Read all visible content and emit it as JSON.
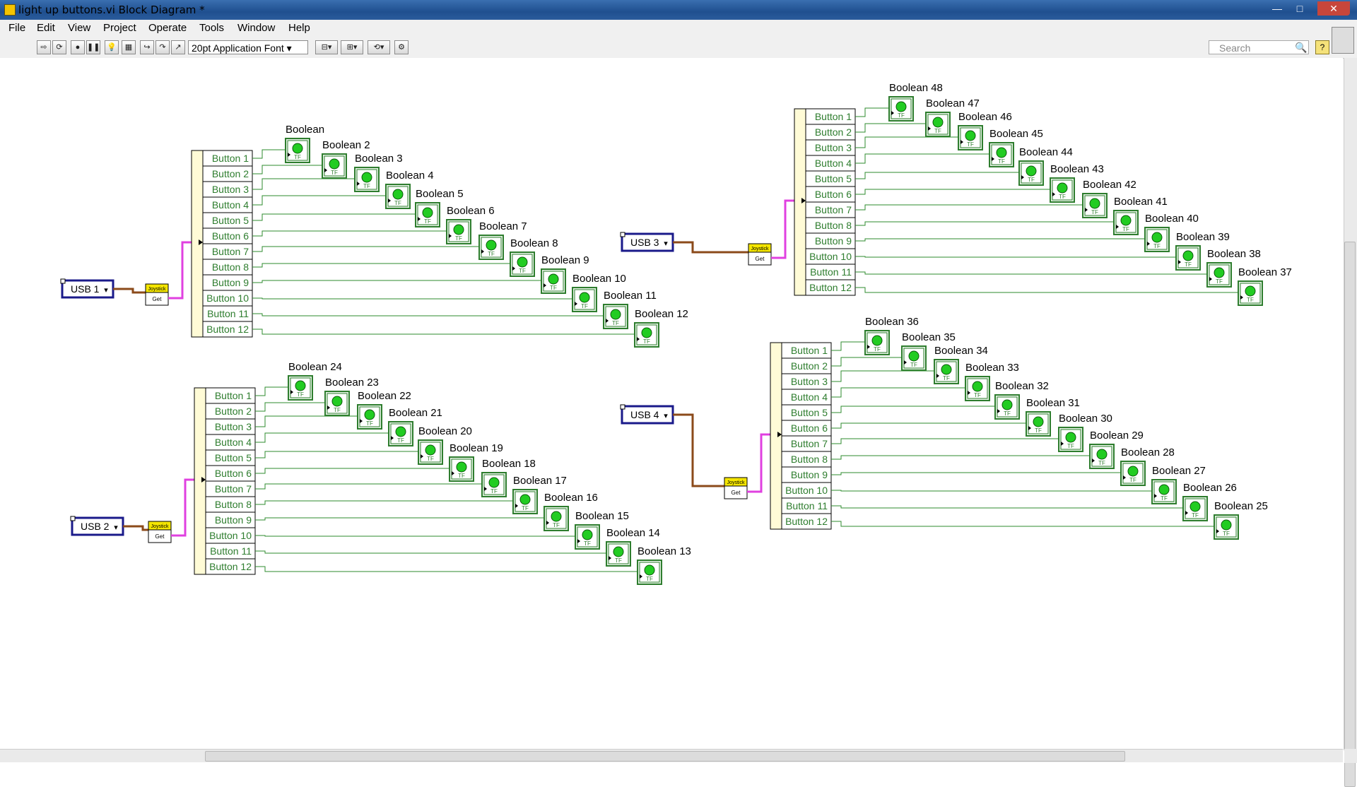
{
  "window": {
    "title": "light up buttons.vi Block Diagram *",
    "minimize": "—",
    "maximize": "□",
    "close": "✕"
  },
  "menu": [
    "File",
    "Edit",
    "View",
    "Project",
    "Operate",
    "Tools",
    "Window",
    "Help"
  ],
  "toolbar": {
    "font": "20pt Application Font",
    "search_placeholder": "Search"
  },
  "joystick": {
    "top_label": "Joystick",
    "bottom_label": "Get"
  },
  "clusters": [
    {
      "usb": "USB 1",
      "buttons": [
        "Button 1",
        "Button 2",
        "Button 3",
        "Button 4",
        "Button 5",
        "Button 6",
        "Button 7",
        "Button 8",
        "Button 9",
        "Button 10",
        "Button 11",
        "Button 12"
      ],
      "booleans": [
        "Boolean",
        "Boolean 2",
        "Boolean 3",
        "Boolean 4",
        "Boolean 5",
        "Boolean 6",
        "Boolean 7",
        "Boolean 8",
        "Boolean 9",
        "Boolean 10",
        "Boolean 11",
        "Boolean 12"
      ]
    },
    {
      "usb": "USB 2",
      "buttons": [
        "Button 1",
        "Button 2",
        "Button 3",
        "Button 4",
        "Button 5",
        "Button 6",
        "Button 7",
        "Button 8",
        "Button 9",
        "Button 10",
        "Button 11",
        "Button 12"
      ],
      "booleans": [
        "Boolean 24",
        "Boolean 23",
        "Boolean 22",
        "Boolean 21",
        "Boolean 20",
        "Boolean 19",
        "Boolean 18",
        "Boolean 17",
        "Boolean 16",
        "Boolean 15",
        "Boolean 14",
        "Boolean 13"
      ]
    },
    {
      "usb": "USB 3",
      "buttons": [
        "Button 1",
        "Button 2",
        "Button 3",
        "Button 4",
        "Button 5",
        "Button 6",
        "Button 7",
        "Button 8",
        "Button 9",
        "Button 10",
        "Button 11",
        "Button 12"
      ],
      "booleans": [
        "Boolean 48",
        "Boolean 47",
        "Boolean 46",
        "Boolean 45",
        "Boolean 44",
        "Boolean 43",
        "Boolean 42",
        "Boolean 41",
        "Boolean 40",
        "Boolean 39",
        "Boolean 38",
        "Boolean 37"
      ]
    },
    {
      "usb": "USB 4",
      "buttons": [
        "Button 1",
        "Button 2",
        "Button 3",
        "Button 4",
        "Button 5",
        "Button 6",
        "Button 7",
        "Button 8",
        "Button 9",
        "Button 10",
        "Button 11",
        "Button 12"
      ],
      "booleans": [
        "Boolean 36",
        "Boolean 35",
        "Boolean 34",
        "Boolean 33",
        "Boolean 32",
        "Boolean 31",
        "Boolean 30",
        "Boolean 29",
        "Boolean 28",
        "Boolean 27",
        "Boolean 26",
        "Boolean 25"
      ]
    }
  ],
  "colors": {
    "wire_bool": "#2e8b2e",
    "wire_cluster": "#e040e0",
    "wire_refnum": "#8b4a1a",
    "led": "#22cc22"
  }
}
